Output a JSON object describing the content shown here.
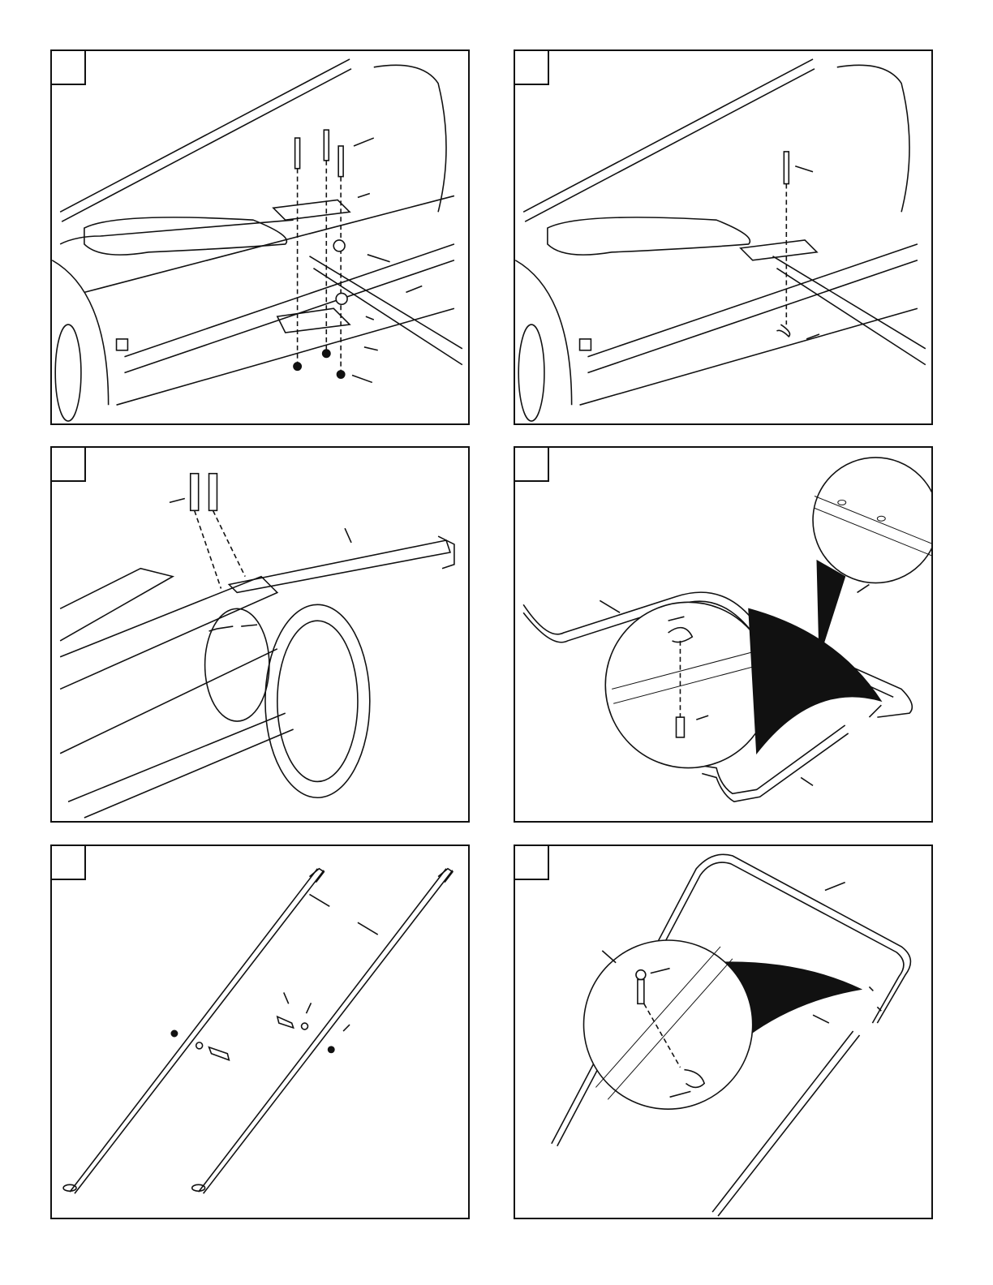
{
  "page": {
    "panels": [
      {
        "id": "p1",
        "step_label": ""
      },
      {
        "id": "p2",
        "step_label": ""
      },
      {
        "id": "p3",
        "step_label": ""
      },
      {
        "id": "p4",
        "step_label": ""
      },
      {
        "id": "p5",
        "step_label": ""
      },
      {
        "id": "p6",
        "step_label": ""
      }
    ]
  }
}
